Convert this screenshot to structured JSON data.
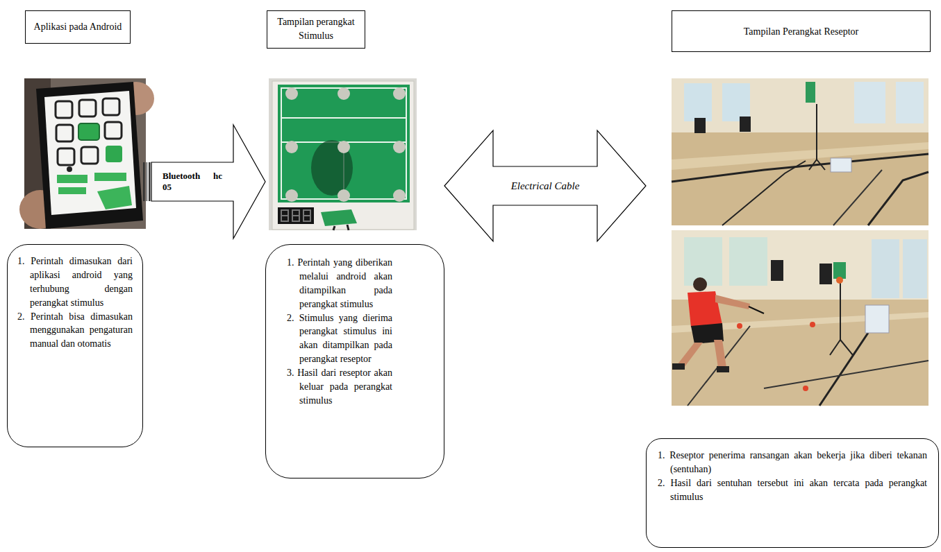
{
  "diagram": {
    "nodes": [
      {
        "text": [
          "Aplikasi pada Android"
        ]
      },
      {
        "text": [
          "1. Perintah dimasukan dari aplikasi android yang terhubung dengan perangkat stimulus",
          "2. Perintah bisa dimasukan menggunakan pengaturan manual dan otomatis"
        ]
      },
      {
        "text": [
          "Tampilan perangkat Stimulus"
        ]
      },
      {
        "text": [
          "1. Perintah yang diberikan melalui android akan ditampilkan pada perangkat stimulus",
          "2. Stimulus yang dierima perangkat stimulus ini akan ditampilkan pada perangkat reseptor",
          "3. Hasil dari reseptor akan keluar pada perangkat stimulus"
        ]
      },
      {
        "text": [
          "Tampilan Perangkat Reseptor"
        ]
      },
      {
        "text": [
          "1. Reseptor penerima ransangan akan bekerja jika diberi tekanan (sentuhan)",
          "2. Hasil dari sentuhan tersebut ini akan tercata pada perangkat stimulus"
        ]
      }
    ],
    "edges": [
      {
        "from": 1,
        "to": 3,
        "label": "Bluetooth hc 05",
        "arrow": "to"
      },
      {
        "from": 3,
        "to": 5,
        "label": "Electrical Cable",
        "arrow": "both"
      }
    ]
  }
}
